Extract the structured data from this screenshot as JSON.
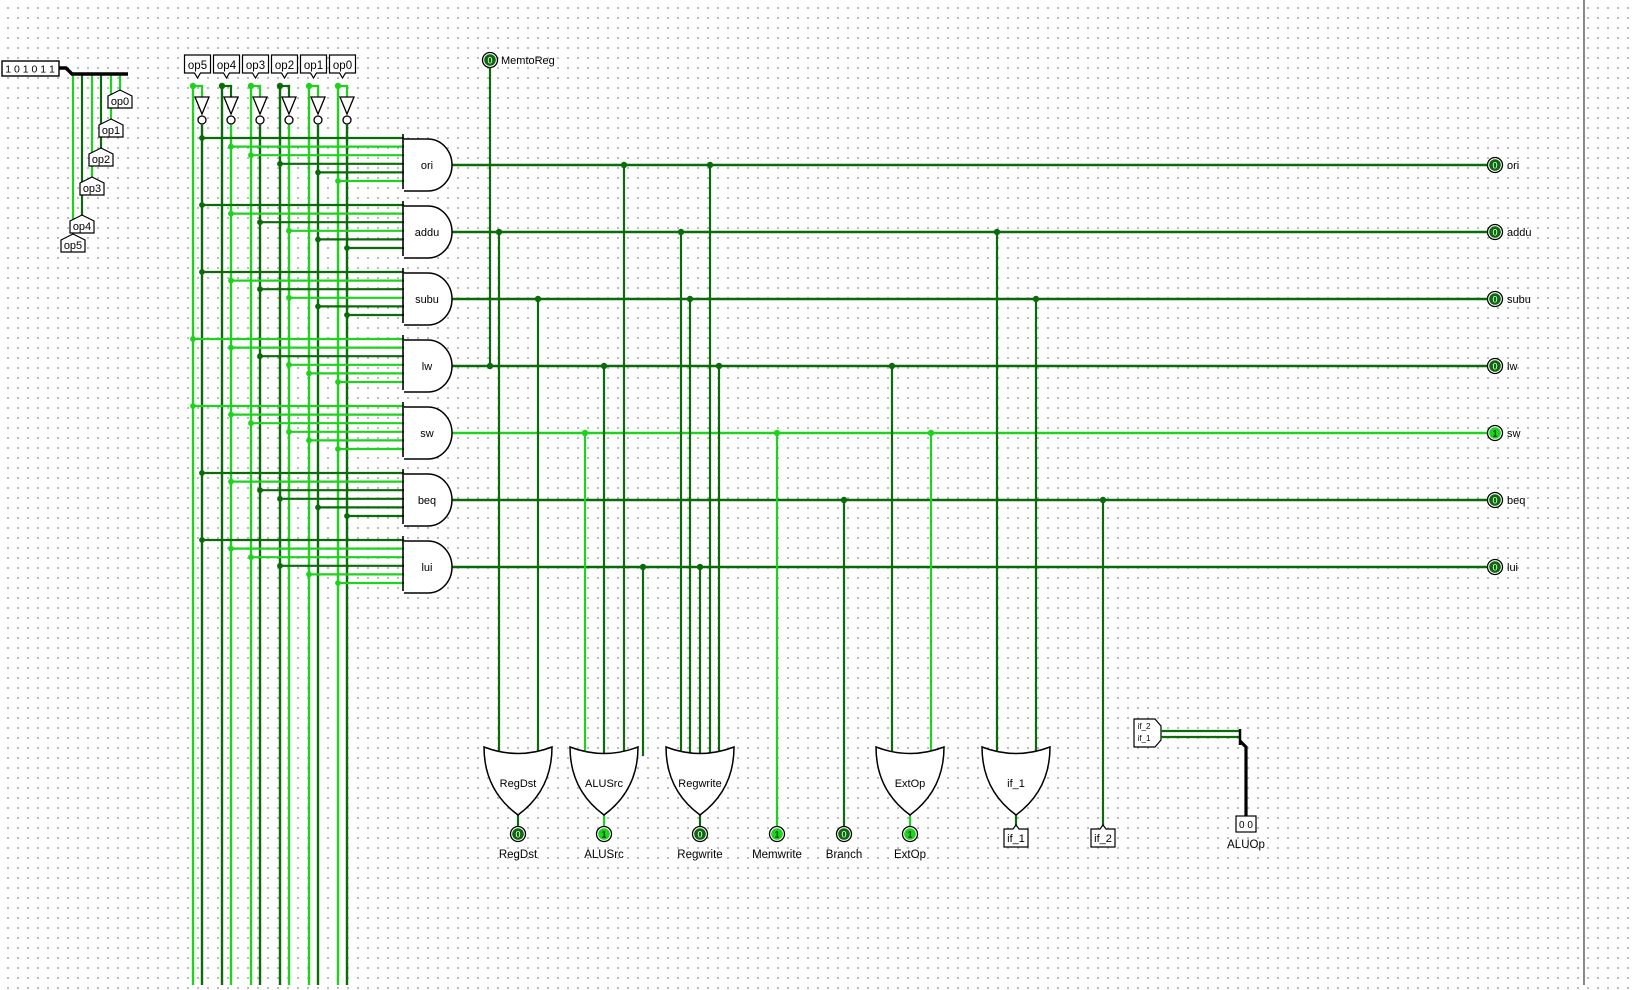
{
  "colors": {
    "dark_wire": "#0b6b0b",
    "light_wire": "#1ed21e",
    "bus": "#000000",
    "pin_on": "#1ed21e",
    "pin_off": "#0b6b0b"
  },
  "input_pin": {
    "bits": "1 0 1 0 1 1"
  },
  "opcode_tunnels": [
    "op0",
    "op1",
    "op2",
    "op3",
    "op4",
    "op5"
  ],
  "top_tunnels": [
    "op5",
    "op4",
    "op3",
    "op2",
    "op1",
    "op0"
  ],
  "memtoreg": {
    "label": "MemtoReg",
    "value": "0"
  },
  "and_gates": [
    {
      "label": "ori",
      "value": "0",
      "on": false
    },
    {
      "label": "addu",
      "value": "0",
      "on": false
    },
    {
      "label": "subu",
      "value": "0",
      "on": false
    },
    {
      "label": "lw",
      "value": "0",
      "on": false
    },
    {
      "label": "sw",
      "value": "1",
      "on": true
    },
    {
      "label": "beq",
      "value": "0",
      "on": false
    },
    {
      "label": "lui",
      "value": "0",
      "on": false
    }
  ],
  "or_gates": [
    {
      "label": "RegDst",
      "out_label": "RegDst",
      "value": "0",
      "on": false
    },
    {
      "label": "ALUSrc",
      "out_label": "ALUSrc",
      "value": "1",
      "on": true
    },
    {
      "label": "Regwrite",
      "out_label": "Regwrite",
      "value": "0",
      "on": false
    },
    {
      "label": "ExtOp",
      "out_label": "ExtOp",
      "value": "1",
      "on": true
    },
    {
      "label": "if_1",
      "out_label": "if_1",
      "value": "",
      "on": false
    }
  ],
  "memwrite": {
    "label": "Memwrite",
    "value": "1"
  },
  "branch": {
    "label": "Branch",
    "value": "0"
  },
  "if_2": {
    "label": "if_2"
  },
  "aluop": {
    "label": "ALUOp",
    "value": "0 0",
    "tunnels": [
      "if_2",
      "if_1"
    ]
  }
}
